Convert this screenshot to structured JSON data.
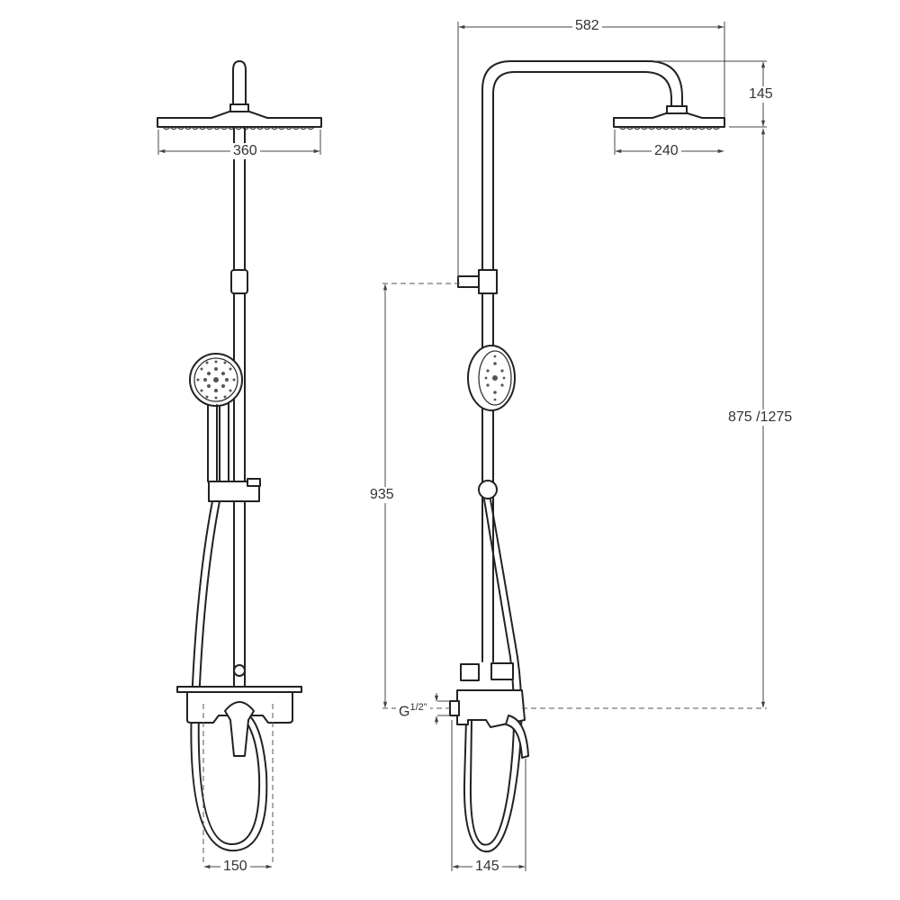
{
  "diagram": {
    "type": "technical-drawing",
    "subject": "Thermostatic shower column with bath mixer",
    "views": [
      {
        "name": "front-view",
        "dimensions": {
          "head_width": "360",
          "mixer_centers": "150"
        }
      },
      {
        "name": "side-view",
        "dimensions": {
          "arm_reach": "582",
          "head_height": "145",
          "head_width": "240",
          "column_height": "875 /1275",
          "bar_height": "935",
          "projection": "145",
          "connection": "G1/2\""
        }
      }
    ]
  },
  "labels": {
    "front_head_width": "360",
    "front_centers": "150",
    "side_reach": "582",
    "side_head_height": "145",
    "side_head_width": "240",
    "side_column_height": "875 /1275",
    "side_bar_height": "935",
    "side_projection": "145",
    "connection_g": "G",
    "connection_fraction": "1/2",
    "connection_inch": "\""
  },
  "colors": {
    "line": "#222222",
    "dimension": "#444444",
    "background": "#ffffff"
  }
}
